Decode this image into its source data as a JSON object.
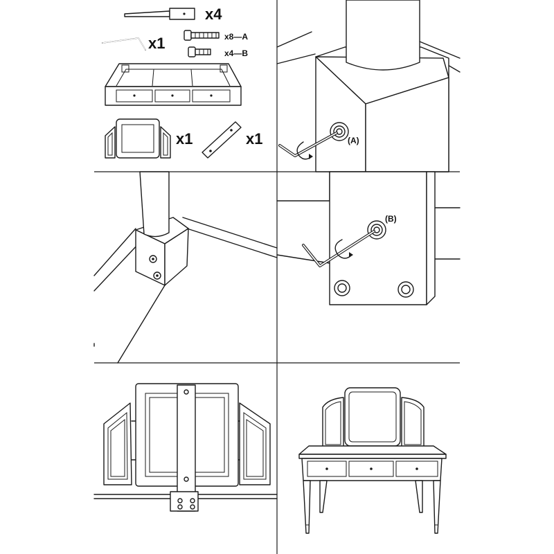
{
  "parts": {
    "legs_qty": "x4",
    "hex_key_qty": "x1",
    "bolt_a_qty": "x8—A",
    "bolt_b_qty": "x4—B",
    "mirror_qty": "x1",
    "bracket_qty": "x1"
  },
  "step2": {
    "bolt_label": "(A)"
  },
  "step4": {
    "bolt_label": "(B)"
  }
}
